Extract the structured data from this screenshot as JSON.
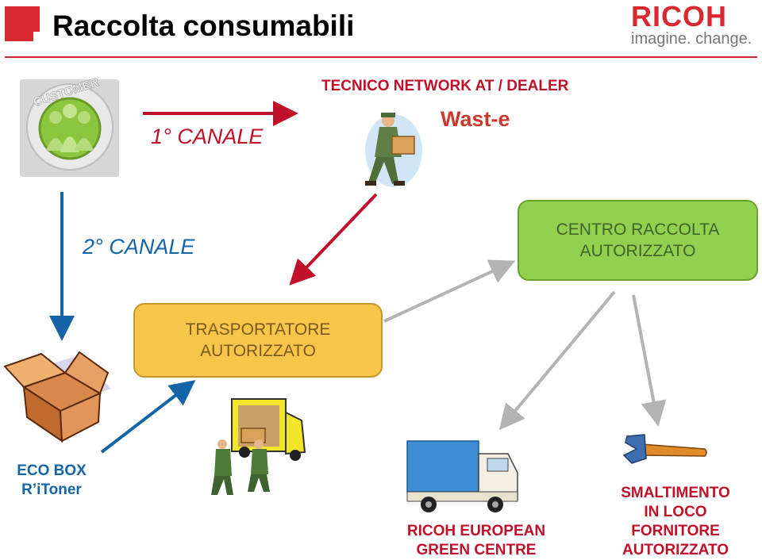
{
  "header": {
    "title": "Raccolta consumabili",
    "logo_name": "RICOH",
    "logo_tagline": "imagine. change."
  },
  "flow": {
    "tecnico_label": "TECNICO NETWORK AT / DEALER",
    "waste_label": "Wast-e",
    "canale1_label": "1° CANALE",
    "canale2_label": "2° CANALE",
    "customer_badge": "CUSTOMER",
    "centro": {
      "line1": "CENTRO RACCOLTA",
      "line2": "AUTORIZZATO"
    },
    "trasportatore": {
      "line1": "TRASPORTATORE",
      "line2": "AUTORIZZATO"
    },
    "ecobox": {
      "line1": "ECO BOX",
      "line2": "R’iToner"
    },
    "green_centre": {
      "line1": "RICOH EUROPEAN",
      "line2": "GREEN CENTRE"
    },
    "smaltimento": {
      "line1": "SMALTIMENTO",
      "line2": "IN LOCO",
      "line3": "FORNITORE",
      "line4": "AUTORIZZATO"
    }
  },
  "colors": {
    "brand_red": "#d9282f",
    "channel_blue": "#1464a8",
    "centro_green": "#92d050",
    "trasp_orange": "#f8c54b",
    "arrow_gray": "#b3b3b3"
  },
  "icons": [
    "customer-badge-icon",
    "delivery-man-icon",
    "cardboard-box-icon",
    "moving-van-icon",
    "truck-icon",
    "wrench-icon"
  ]
}
